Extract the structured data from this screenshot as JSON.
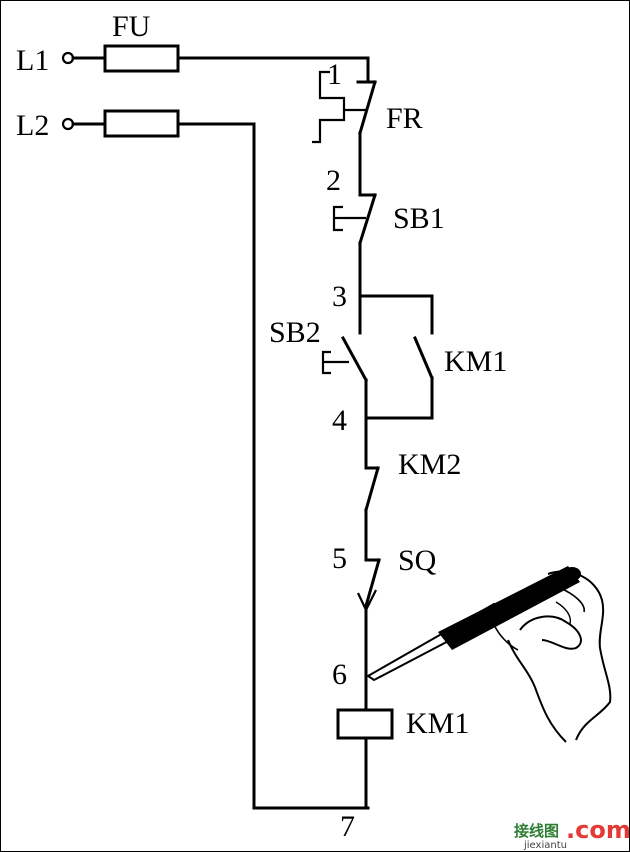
{
  "diagram": {
    "fuse_label": "FU",
    "line1_label": "L1",
    "line2_label": "L2",
    "fr_label": "FR",
    "sb1_label": "SB1",
    "sb2_label": "SB2",
    "km1_contact_label": "KM1",
    "km2_label": "KM2",
    "sq_label": "SQ",
    "coil_label": "KM1",
    "nodes": [
      "1",
      "2",
      "3",
      "4",
      "5",
      "6",
      "7"
    ]
  },
  "watermark": {
    "cn_text": "接线图",
    "com_text": ".com",
    "url_text": "jiexiantu"
  }
}
